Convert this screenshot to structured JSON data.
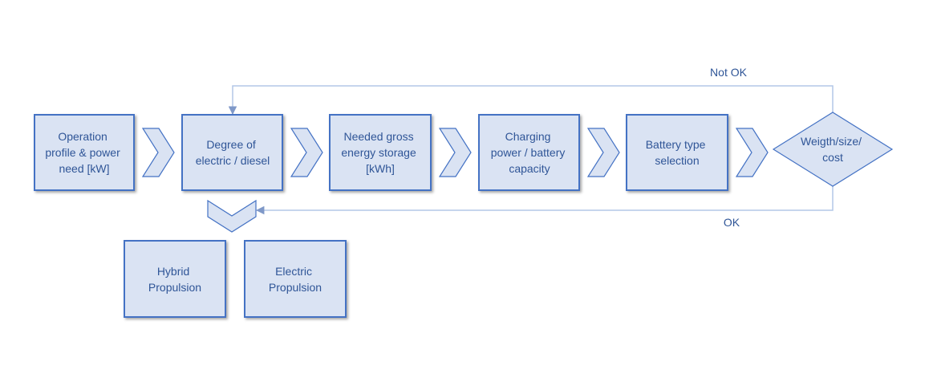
{
  "process_boxes": [
    {
      "lines": [
        "Operation",
        "profile & power",
        "need [kW]"
      ]
    },
    {
      "lines": [
        "Degree of",
        "electric / diesel"
      ]
    },
    {
      "lines": [
        "Needed gross",
        "energy storage",
        "[kWh]"
      ]
    },
    {
      "lines": [
        "Charging",
        "power / battery",
        "capacity"
      ]
    },
    {
      "lines": [
        "Battery type",
        "selection"
      ]
    }
  ],
  "decision": {
    "lines": [
      "Weigth/size/",
      "cost"
    ]
  },
  "outputs": [
    {
      "lines": [
        "Hybrid",
        "Propulsion"
      ]
    },
    {
      "lines": [
        "Electric",
        "Propulsion"
      ]
    }
  ],
  "loop_labels": {
    "not_ok": "Not OK",
    "ok": "OK"
  },
  "colors": {
    "fill": "#dae3f3",
    "stroke": "#4472c4",
    "text": "#2f5597",
    "connector": "#b4c7e7"
  }
}
